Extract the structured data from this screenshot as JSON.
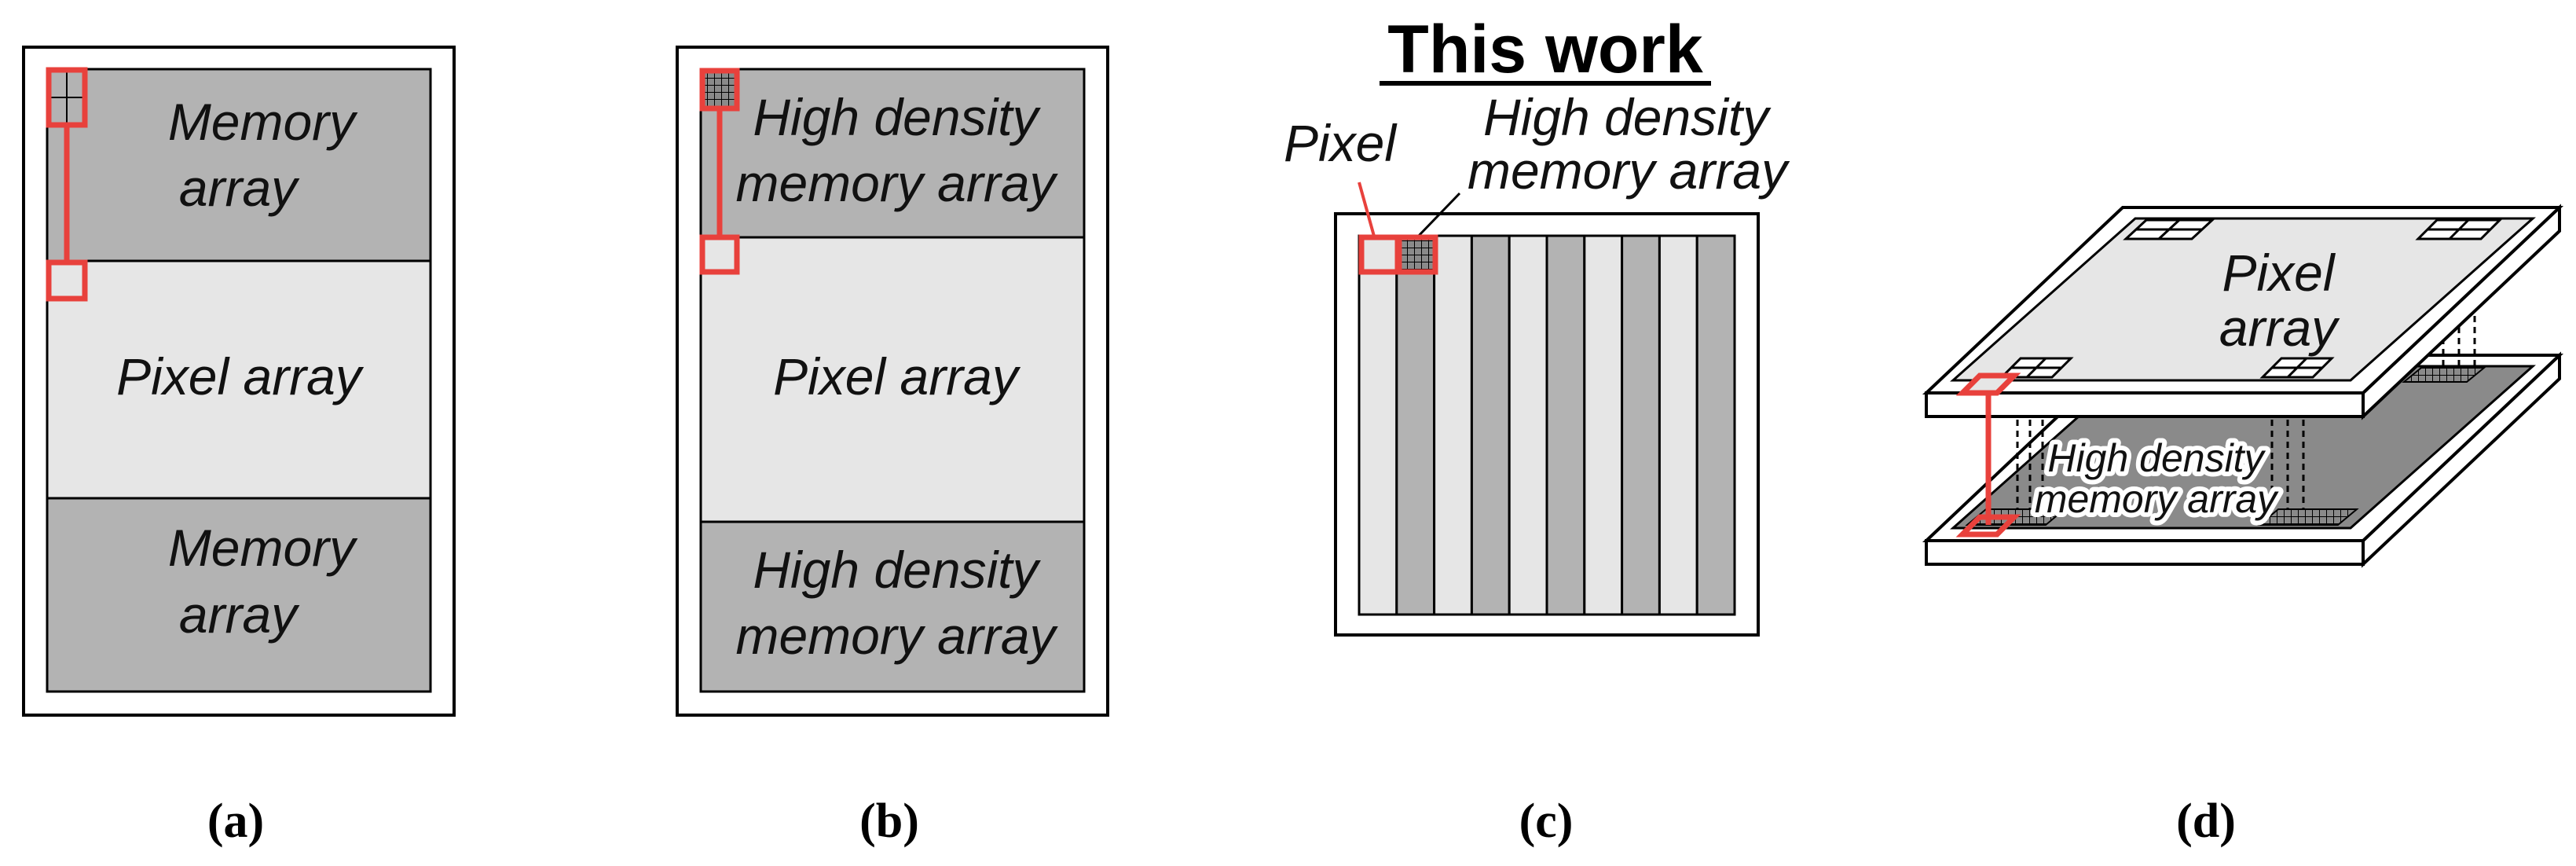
{
  "colors": {
    "memory_fill": "#b3b3b3",
    "pixel_fill": "#e6e6e6",
    "highlight": "#e8413c",
    "outline": "#000000"
  },
  "title": "This work",
  "panel_a": {
    "top_label": [
      "Memory",
      "array"
    ],
    "mid_label": "Pixel array",
    "bottom_label": [
      "Memory",
      "array"
    ],
    "caption": "(a)"
  },
  "panel_b": {
    "top_label": [
      "High density",
      "memory array"
    ],
    "mid_label": "Pixel array",
    "bottom_label": [
      "High density",
      "memory array"
    ],
    "caption": "(b)"
  },
  "panel_c": {
    "pixel_label": "Pixel",
    "memory_label": [
      "High density",
      "memory array"
    ],
    "caption": "(c)"
  },
  "panel_d": {
    "top_label": [
      "Pixel",
      "array"
    ],
    "bottom_label": [
      "High density",
      "memory array"
    ],
    "caption": "(d)"
  }
}
